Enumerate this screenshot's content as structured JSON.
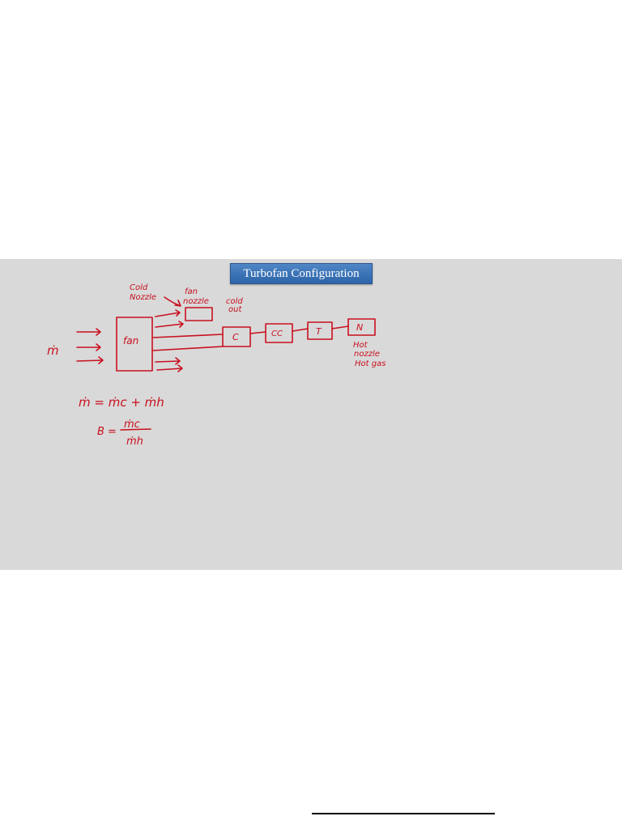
{
  "slide": {
    "title": "Turbofan Configuration"
  },
  "diagram": {
    "ink_color": "#c8101e",
    "labels": {
      "mass_flow": "ṁ",
      "fan": "fan",
      "cold_nozzle_1": "Cold",
      "cold_nozzle_2": "Nozzle",
      "fan_nozzle_1": "fan",
      "fan_nozzle_2": "nozzle",
      "cold_out_1": "cold",
      "cold_out_2": "out",
      "compressor": "C",
      "combustion_chamber": "CC",
      "turbine": "T",
      "nozzle": "N",
      "hot_nozzle_1": "Hot",
      "hot_nozzle_2": "nozzle",
      "hot_gas": "Hot gas"
    },
    "equations": {
      "mass_balance": "ṁ = ṁc + ṁh",
      "bypass_lhs": "B =",
      "bypass_numerator": "ṁc",
      "bypass_denominator": "ṁh"
    }
  }
}
